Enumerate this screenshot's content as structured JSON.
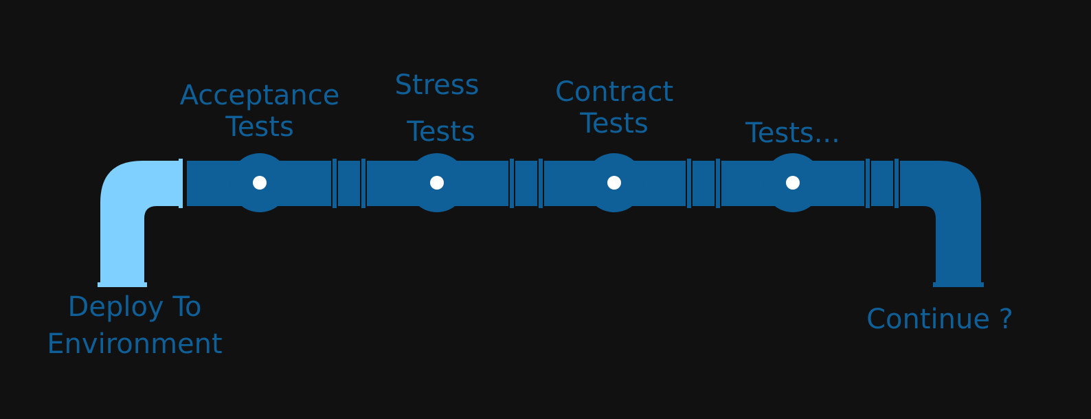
{
  "colors": {
    "background": "#111111",
    "pipe_start": "#80d0ff",
    "pipe_main": "#0f5f98",
    "valve_dot": "#ffffff",
    "label": "#0f5f98"
  },
  "labels": {
    "start_line1": "Deploy To",
    "start_line2": "Environment",
    "end": "Continue ?",
    "stage1_line1": "Acceptance",
    "stage1_line2": "Tests",
    "stage2_line1": "Stress",
    "stage2_line2": "Tests",
    "stage3_line1": "Contract",
    "stage3_line2": "Tests",
    "stage4": "Tests..."
  }
}
